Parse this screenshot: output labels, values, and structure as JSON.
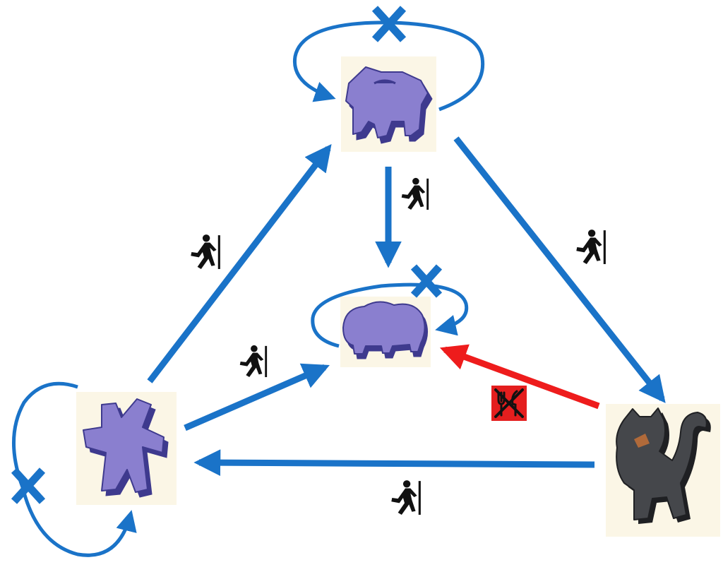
{
  "colors": {
    "allowed_arrow": "#1a73c8",
    "forbidden_arrow": "#ee1c1c",
    "tile_bg": "#fbf6e6",
    "meeple_purple": "#8a7fcf",
    "meeple_purple_side": "#3e3a8e",
    "cat_fill": "#45474b",
    "cat_side": "#1f2023",
    "icon_black": "#111111",
    "no_eat_bg": "#e41e1e"
  },
  "nodes": [
    {
      "id": "horse",
      "icon": "purple-horse-meeple-icon"
    },
    {
      "id": "sheep",
      "icon": "purple-sheep-meeple-icon"
    },
    {
      "id": "person",
      "icon": "purple-person-meeple-icon"
    },
    {
      "id": "cat",
      "icon": "black-cat-meeple-icon"
    }
  ],
  "edges": [
    {
      "from": "person",
      "to": "horse",
      "kind": "move",
      "icon": "walking-person-icon"
    },
    {
      "from": "horse",
      "to": "sheep",
      "kind": "move",
      "icon": "walking-person-icon"
    },
    {
      "from": "horse",
      "to": "cat",
      "kind": "move",
      "icon": "walking-person-icon"
    },
    {
      "from": "person",
      "to": "sheep",
      "kind": "move",
      "icon": "walking-person-icon"
    },
    {
      "from": "cat",
      "to": "person",
      "kind": "move",
      "icon": "walking-person-icon"
    },
    {
      "from": "cat",
      "to": "sheep",
      "kind": "forbidden-eat",
      "icon": "no-eating-icon"
    }
  ],
  "self_loops": [
    {
      "node": "horse",
      "icon": "x-mark-icon"
    },
    {
      "node": "sheep",
      "icon": "x-mark-icon"
    },
    {
      "node": "person",
      "icon": "x-mark-icon"
    }
  ]
}
